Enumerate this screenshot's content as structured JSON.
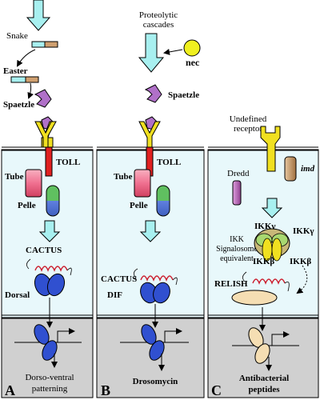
{
  "panel_labels": {
    "a": "A",
    "b": "B",
    "c": "C"
  },
  "panel_a": {
    "snake": "Snake",
    "easter": "Easter",
    "spaetzle": "Spaetzle",
    "toll": "TOLL",
    "tube": "Tube",
    "pelle": "Pelle",
    "cactus": "CACTUS",
    "dorsal": "Dorsal",
    "outcome_line1": "Dorso-ventral",
    "outcome_line2": "patterning"
  },
  "panel_b": {
    "cascade_line1": "Proteolytic",
    "cascade_line2": "cascades",
    "nec": "nec",
    "spaetzle": "Spaetzle",
    "toll": "TOLL",
    "tube": "Tube",
    "pelle": "Pelle",
    "cactus": "CACTUS",
    "dif": "DIF",
    "outcome": "Drosomycin"
  },
  "panel_c": {
    "receptor_line1": "Undefined",
    "receptor_line2": "receptor",
    "imd": "imd",
    "dredd": "Dredd",
    "ikk_gamma_left": "IKKγ",
    "ikk_gamma_right": "IKKγ",
    "signalosome_line1": "IKK",
    "signalosome_line2": "Signalosome",
    "signalosome_line3": "equivalent",
    "ikk_beta_left": "IKKβ",
    "ikk_beta_right": "IKKβ",
    "relish": "RELISH",
    "outcome_line1": "Antibacterial",
    "outcome_line2": "peptides"
  },
  "colors": {
    "arrow_fill": "#a8f0f0",
    "cytoplasm": "#e8f8fb",
    "nucleus": "#d0d0d0",
    "spaetzle": "#b070c8",
    "receptor_yellow": "#f0e020",
    "toll_red": "#e02020",
    "tube_pink": "#f07090",
    "pelle_green": "#60c060",
    "pelle_blue": "#6080e0",
    "dorsal_blue": "#3050d0",
    "relish_beige": "#f5deb3",
    "nec_yellow": "#f0f020"
  }
}
